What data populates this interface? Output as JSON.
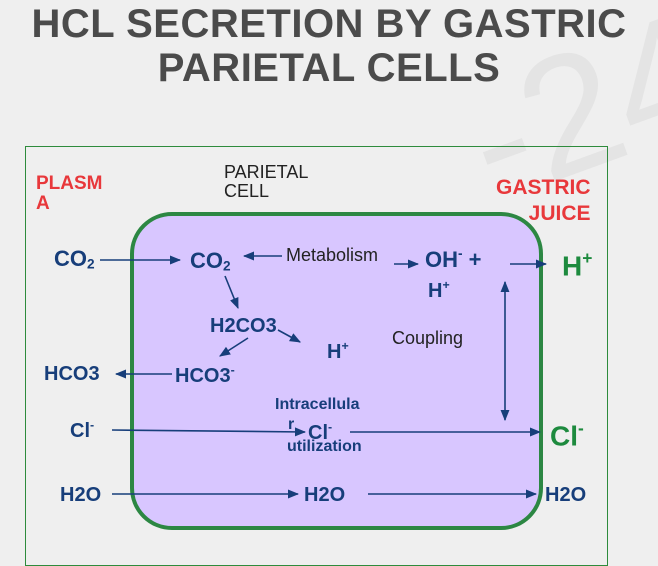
{
  "title": {
    "line1": "HCL SECRETION BY GASTRIC",
    "line2": "PARIETAL CELLS"
  },
  "watermark": {
    "text": "-24"
  },
  "colors": {
    "accent_green": "#1d8a3e",
    "label_red": "#e8383b",
    "chem_blue": "#173e7a",
    "cell_fill": "#d8c6ff"
  },
  "labels": {
    "plasma_line1": "PLASM",
    "plasma_line2": "A",
    "cell_line1": "PARIETAL",
    "cell_line2": "CELL",
    "juice_line1": "GASTRIC",
    "juice_line2": "JUICE",
    "metabolism": "Metabolism",
    "coupling": "Coupling",
    "intracellular_1": "Intracellula",
    "intracellular_2": "r",
    "utilization": "utilization"
  },
  "species": {
    "co2_plasma": {
      "main": "CO",
      "sub": "2"
    },
    "co2_cell": {
      "main": "CO",
      "sub": "2"
    },
    "oh": {
      "main": "OH",
      "sup": "-",
      "plus": " +"
    },
    "h_cell_top": {
      "main": "H",
      "sup": "+"
    },
    "h_juice": {
      "main": "H",
      "sup": "+"
    },
    "h2co3": "H2CO3",
    "h_cell_mid": {
      "main": "H",
      "sup": "+"
    },
    "hco3_plasma": "HCO3",
    "hco3_cell": {
      "main": "HCO3",
      "sup": "-"
    },
    "cl_plasma": {
      "main": "Cl",
      "sup": "-"
    },
    "cl_cell": {
      "main": "Cl",
      "sup": "-"
    },
    "cl_juice": {
      "main": "Cl",
      "sup": "-"
    },
    "h2o_plasma": "H2O",
    "h2o_cell": "H2O",
    "h2o_juice": "H2O"
  }
}
